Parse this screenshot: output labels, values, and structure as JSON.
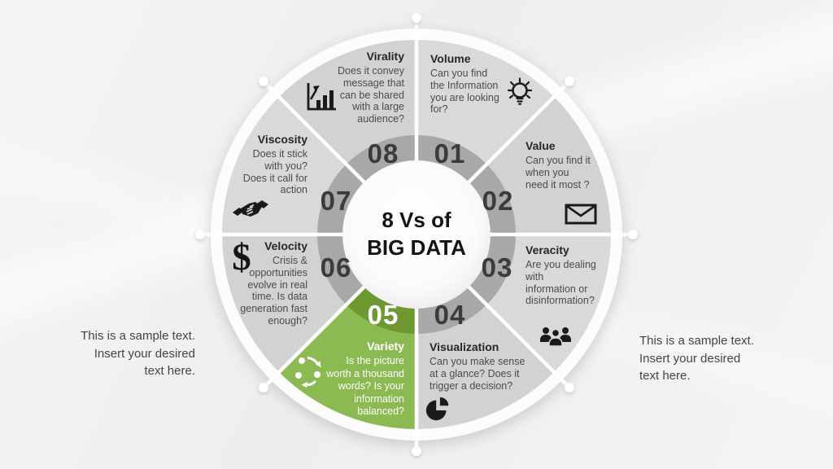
{
  "center": {
    "title": "8 Vs of\nBIG DATA"
  },
  "segments": [
    {
      "number": "01",
      "title": "Volume",
      "description": "Can you find\nthe Information\nyou are looking\nfor?",
      "icon": "lightbulb-icon"
    },
    {
      "number": "02",
      "title": "Value",
      "description": "Can you find it\nwhen you\nneed it most ?",
      "icon": "envelope-icon"
    },
    {
      "number": "03",
      "title": "Veracity",
      "description": "Are you dealing\nwith\ninformation or\ndisinformation?",
      "icon": "people-icon"
    },
    {
      "number": "04",
      "title": "Visualization",
      "description": "Can you make sense\nat a glance? Does it\ntrigger a decision?",
      "icon": "pie-chart-icon"
    },
    {
      "number": "05",
      "title": "Variety",
      "description": "Is the picture\nworth a thousand\nwords? Is your\ninformation\nbalanced?",
      "icon": "sync-icon",
      "highlighted": true
    },
    {
      "number": "06",
      "title": "Velocity",
      "description": "Crisis &\nopportunities\nevolve in real\ntime. Is data\ngeneration fast\nenough?",
      "icon": "dollar-icon"
    },
    {
      "number": "07",
      "title": "Viscosity",
      "description": "Does it stick\nwith you?\nDoes it call for\naction",
      "icon": "handshake-icon"
    },
    {
      "number": "08",
      "title": "Virality",
      "description": "Does it convey\nmessage that\ncan be shared\nwith a large\naudience?",
      "icon": "bar-chart-icon"
    }
  ],
  "annotations": {
    "left": "This is a sample text.\nInsert your desired\ntext here.",
    "right": "This is a sample text.\nInsert your desired\ntext here."
  },
  "glyphs": {
    "dollar": "$"
  },
  "colors": {
    "highlight_green": "#8cba52",
    "highlight_green_dark": "#6f9831",
    "segment_gray": "#d9d9d9",
    "segment_gray_alt": "#d2d2d2",
    "inner_ring_gray": "#a8a8a8",
    "number_color": "#3b3b3b",
    "background": "#f1f1f1"
  }
}
